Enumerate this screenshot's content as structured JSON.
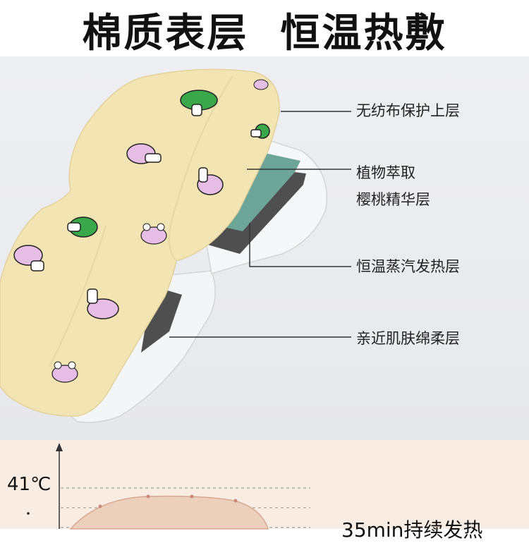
{
  "headline": {
    "left": "棉质表层",
    "right": "恒温热敷"
  },
  "layers": [
    {
      "label": "无纺布保护上层"
    },
    {
      "label": "植物萃取"
    },
    {
      "label": "樱桃精华层"
    },
    {
      "label": "恒温蒸汽发热层"
    },
    {
      "label": "亲近肌肤绵柔层"
    }
  ],
  "temperature_chart": {
    "y_label": "41℃",
    "caption": "35min持续发热"
  },
  "colors": {
    "pad_fabric": "#f3e4b4",
    "mint_layer": "#6fa79a",
    "heat_layer": "#555555",
    "chart_bg": "#f9ece2",
    "curve_fill": "#eccfb9"
  }
}
